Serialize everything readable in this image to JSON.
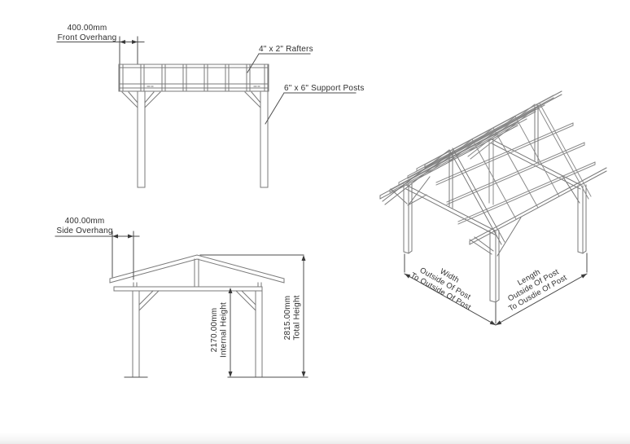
{
  "front": {
    "overhang_value": "400.00mm",
    "overhang_label": "Front Overhang",
    "rafters_label": "4\" x 2\" Rafters",
    "posts_label": "6\" x 6\" Support Posts"
  },
  "side": {
    "overhang_value": "400.00mm",
    "overhang_label": "Side Overhang",
    "internal_height_value": "2170.00mm",
    "internal_height_label": "Internal Height",
    "total_height_value": "2815.00mm",
    "total_height_label": "Total Height"
  },
  "iso": {
    "width_lines": [
      "Width",
      "Outside Of Post",
      "To Outside Of Post"
    ],
    "length_lines": [
      "Length",
      "Outside Of Post",
      "To Ousdie Of Post"
    ]
  },
  "colors": {
    "background": "#ffffff",
    "structure_line": "#7a7a7a",
    "dimension_line": "#4d4d4d",
    "text": "#2e2e2e"
  }
}
